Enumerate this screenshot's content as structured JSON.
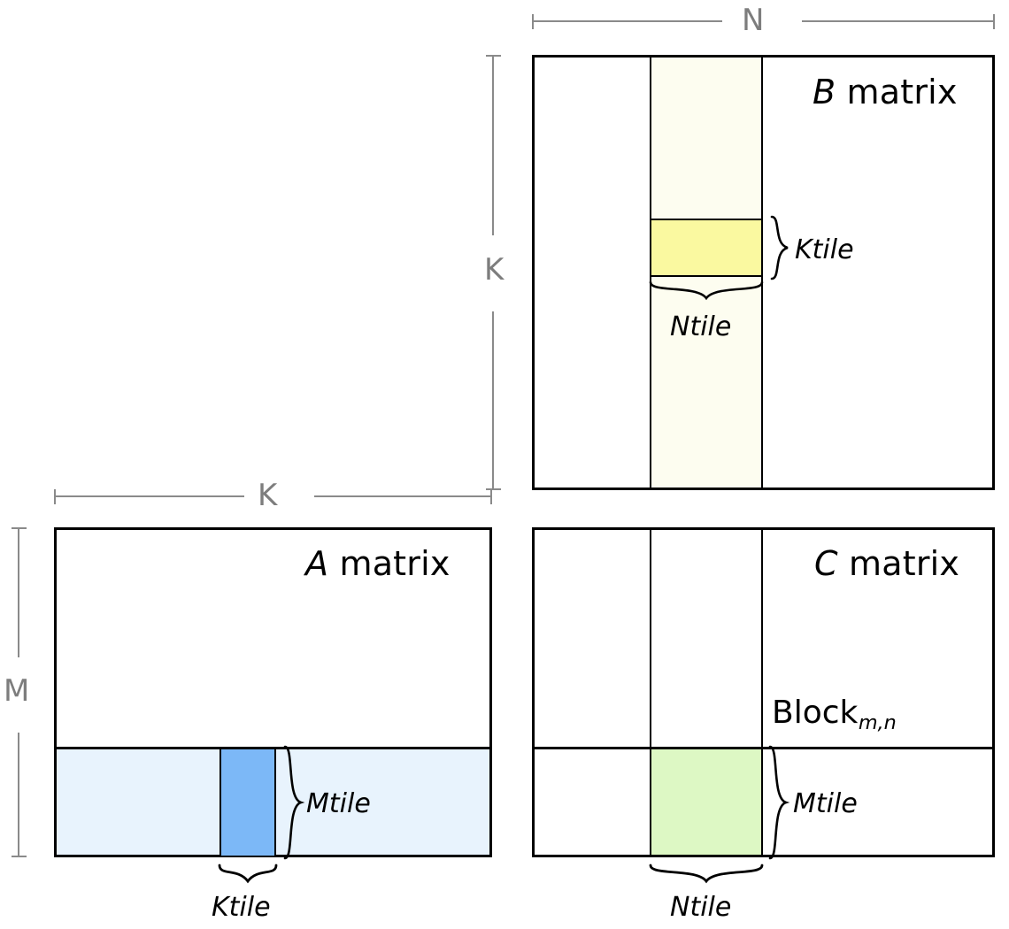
{
  "diagram": {
    "title_hidden": "Tiled matrix multiplication blocking diagram",
    "colors": {
      "outline": "#000000",
      "dimension_gray": "#7d7d7d",
      "b_column_band": "#fdfdf0",
      "b_tile_yellow": "#faf9a0",
      "a_row_band": "#e8f3fd",
      "a_tile_blue": "#7cb8f7",
      "c_tile_green": "#ddf8c4",
      "background": "#ffffff"
    }
  },
  "matrices": {
    "b": {
      "name": "B",
      "label_prefix": "B",
      "label_suffix": " matrix",
      "dim_top_label": "N",
      "dim_left_label": "K",
      "tile_row_label": "Ktile",
      "tile_col_label": "Ntile"
    },
    "a": {
      "name": "A",
      "label_prefix": "A",
      "label_suffix": " matrix",
      "dim_top_label": "K",
      "dim_left_label": "M",
      "tile_row_label": "Mtile",
      "tile_col_label": "Ktile"
    },
    "c": {
      "name": "C",
      "label_prefix": "C",
      "label_suffix": " matrix",
      "block_label": "Block",
      "block_subscript": "m,n",
      "tile_row_label": "Mtile",
      "tile_col_label": "Ntile"
    }
  }
}
